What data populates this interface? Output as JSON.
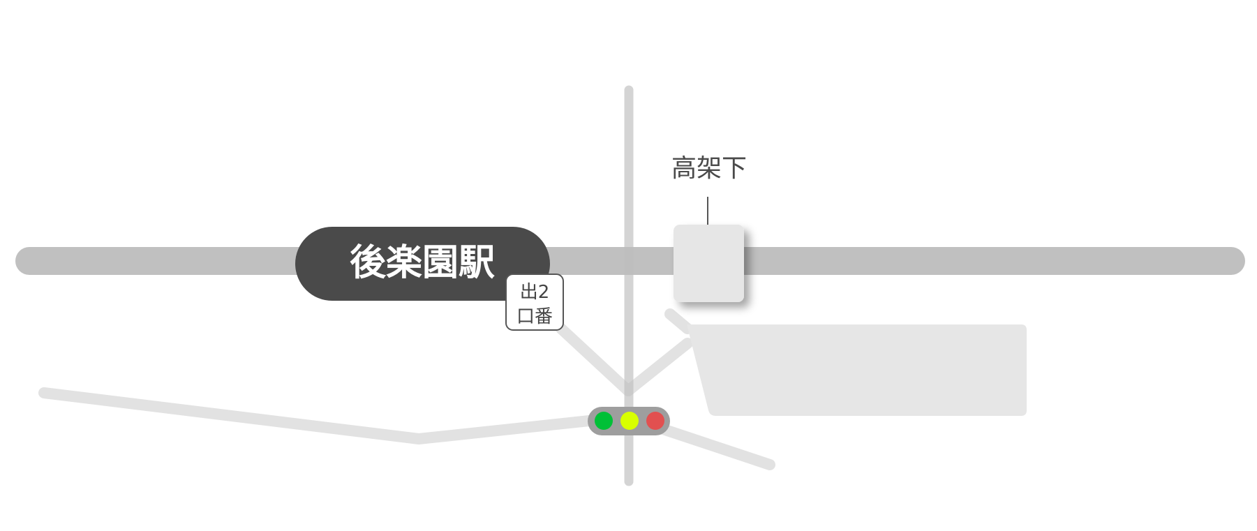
{
  "map": {
    "station_label": "後楽園駅",
    "exit_label_line1": "出2",
    "exit_label_line2": "口番",
    "underpass_label": "高架下",
    "colors": {
      "rail": "#c0c0c0",
      "station_pill": "#4a4a4a",
      "road": "#e2e2e2",
      "vertical_road": "#d3d3d3",
      "building": "#e6e6e6",
      "traffic_light_body": "#9e9e9e",
      "light_green": "#00c037",
      "light_yellow": "#d8ff00",
      "light_red": "#e25050"
    },
    "icons": [
      "traffic-light-icon"
    ]
  }
}
